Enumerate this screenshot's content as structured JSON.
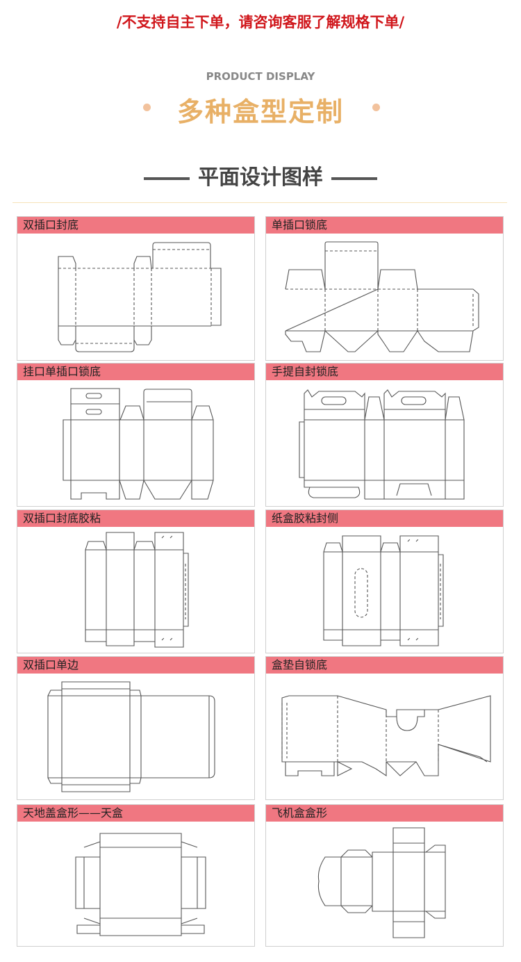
{
  "notice": "/不支持自主下单，请咨询客服了解规格下单/",
  "header": {
    "en_title": "PRODUCT DISPLAY",
    "cn_title": "多种盒型定制",
    "subtitle": "平面设计图样"
  },
  "cards": [
    {
      "title": "双插口封底"
    },
    {
      "title": "单插口锁底"
    },
    {
      "title": "挂口单插口锁底"
    },
    {
      "title": "手提自封锁底"
    },
    {
      "title": "双插口封底胶粘"
    },
    {
      "title": "纸盒胶粘封侧"
    },
    {
      "title": "双插口单边"
    },
    {
      "title": "盒垫自锁底"
    },
    {
      "title": "天地盖盒形——天盒"
    },
    {
      "title": "飞机盒盒形"
    }
  ],
  "colors": {
    "notice": "#d0161b",
    "title_gold": "#e8b066",
    "card_header": "#f07781"
  }
}
